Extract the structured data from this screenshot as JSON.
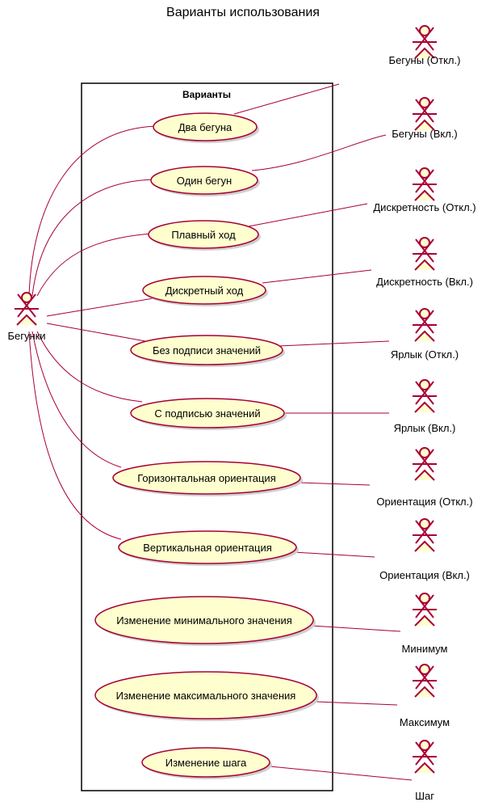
{
  "title": "Варианты использования",
  "package_title": "Варианты",
  "main_actor": {
    "label": "Бегунки"
  },
  "use_cases": [
    {
      "id": "uc-two-runners",
      "label": "Два бегуна"
    },
    {
      "id": "uc-one-runner",
      "label": "Один бегун"
    },
    {
      "id": "uc-smooth-move",
      "label": "Плавный ход"
    },
    {
      "id": "uc-discrete-move",
      "label": "Дискретный ход"
    },
    {
      "id": "uc-no-value-label",
      "label": "Без подписи значений"
    },
    {
      "id": "uc-with-value-label",
      "label": "С подписью значений"
    },
    {
      "id": "uc-horizontal",
      "label": "Горизонтальная ориентация"
    },
    {
      "id": "uc-vertical",
      "label": "Вертикальная ориентация"
    },
    {
      "id": "uc-change-min",
      "label": "Изменение минимального значения"
    },
    {
      "id": "uc-change-max",
      "label": "Изменение максимального значения"
    },
    {
      "id": "uc-change-step",
      "label": "Изменение шага"
    }
  ],
  "right_actors": [
    {
      "id": "actor-runners-off",
      "label": "Бегуны (Откл.)"
    },
    {
      "id": "actor-runners-on",
      "label": "Бегуны (Вкл.)"
    },
    {
      "id": "actor-discrete-off",
      "label": "Дискретность (Откл.)"
    },
    {
      "id": "actor-discrete-on",
      "label": "Дискретность (Вкл.)"
    },
    {
      "id": "actor-label-off",
      "label": "Ярлык (Откл.)"
    },
    {
      "id": "actor-label-on",
      "label": "Ярлык (Вкл.)"
    },
    {
      "id": "actor-orientation-off",
      "label": "Ориентация (Откл.)"
    },
    {
      "id": "actor-orientation-on",
      "label": "Ориентация (Вкл.)"
    },
    {
      "id": "actor-minimum",
      "label": "Минимум"
    },
    {
      "id": "actor-maximum",
      "label": "Максимум"
    },
    {
      "id": "actor-step",
      "label": "Шаг"
    }
  ],
  "colors": {
    "link": "#A80036",
    "fill": "#FEFECE",
    "border": "#A80036"
  }
}
